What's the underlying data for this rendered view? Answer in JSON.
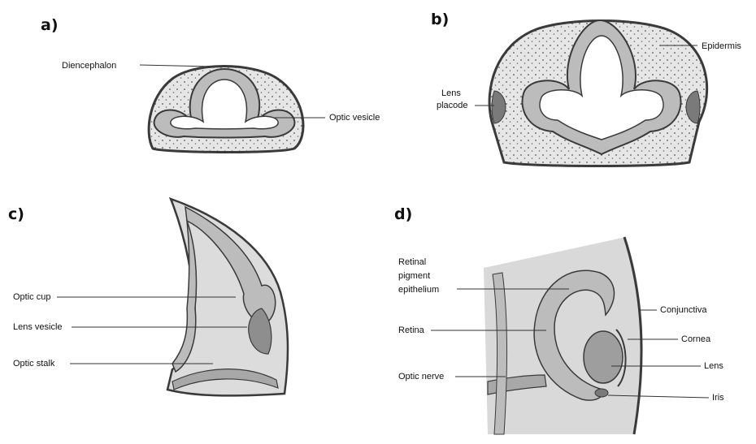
{
  "panels": [
    {
      "letter": "a)",
      "labels": {
        "diencephalon": "Diencephalon",
        "optic_vesicle": "Optic vesicle"
      }
    },
    {
      "letter": "b)",
      "labels": {
        "epidermis": "Epidermis",
        "lens_line1": "Lens",
        "lens_line2": "placode"
      }
    },
    {
      "letter": "c)",
      "labels": {
        "optic_cup": "Optic cup",
        "lens_vesicle": "Lens vesicle",
        "optic_stalk": "Optic stalk"
      }
    },
    {
      "letter": "d)",
      "labels": {
        "rpe_line1": "Retinal",
        "rpe_line2": "pigment",
        "rpe_line3": "epithelium",
        "retina": "Retina",
        "optic_nerve": "Optic nerve",
        "conjunctiva": "Conjunctiva",
        "cornea": "Cornea",
        "lens": "Lens",
        "iris": "Iris"
      }
    }
  ],
  "colors": {
    "background": "#ffffff",
    "outline": "#3a3a3a",
    "tissue_dark": "#9c9c9c",
    "tissue_mid": "#c4c4c4",
    "tissue_light": "#dedede",
    "mesenchyme": "#e9e9e9",
    "placode": "#7a7a7a"
  }
}
